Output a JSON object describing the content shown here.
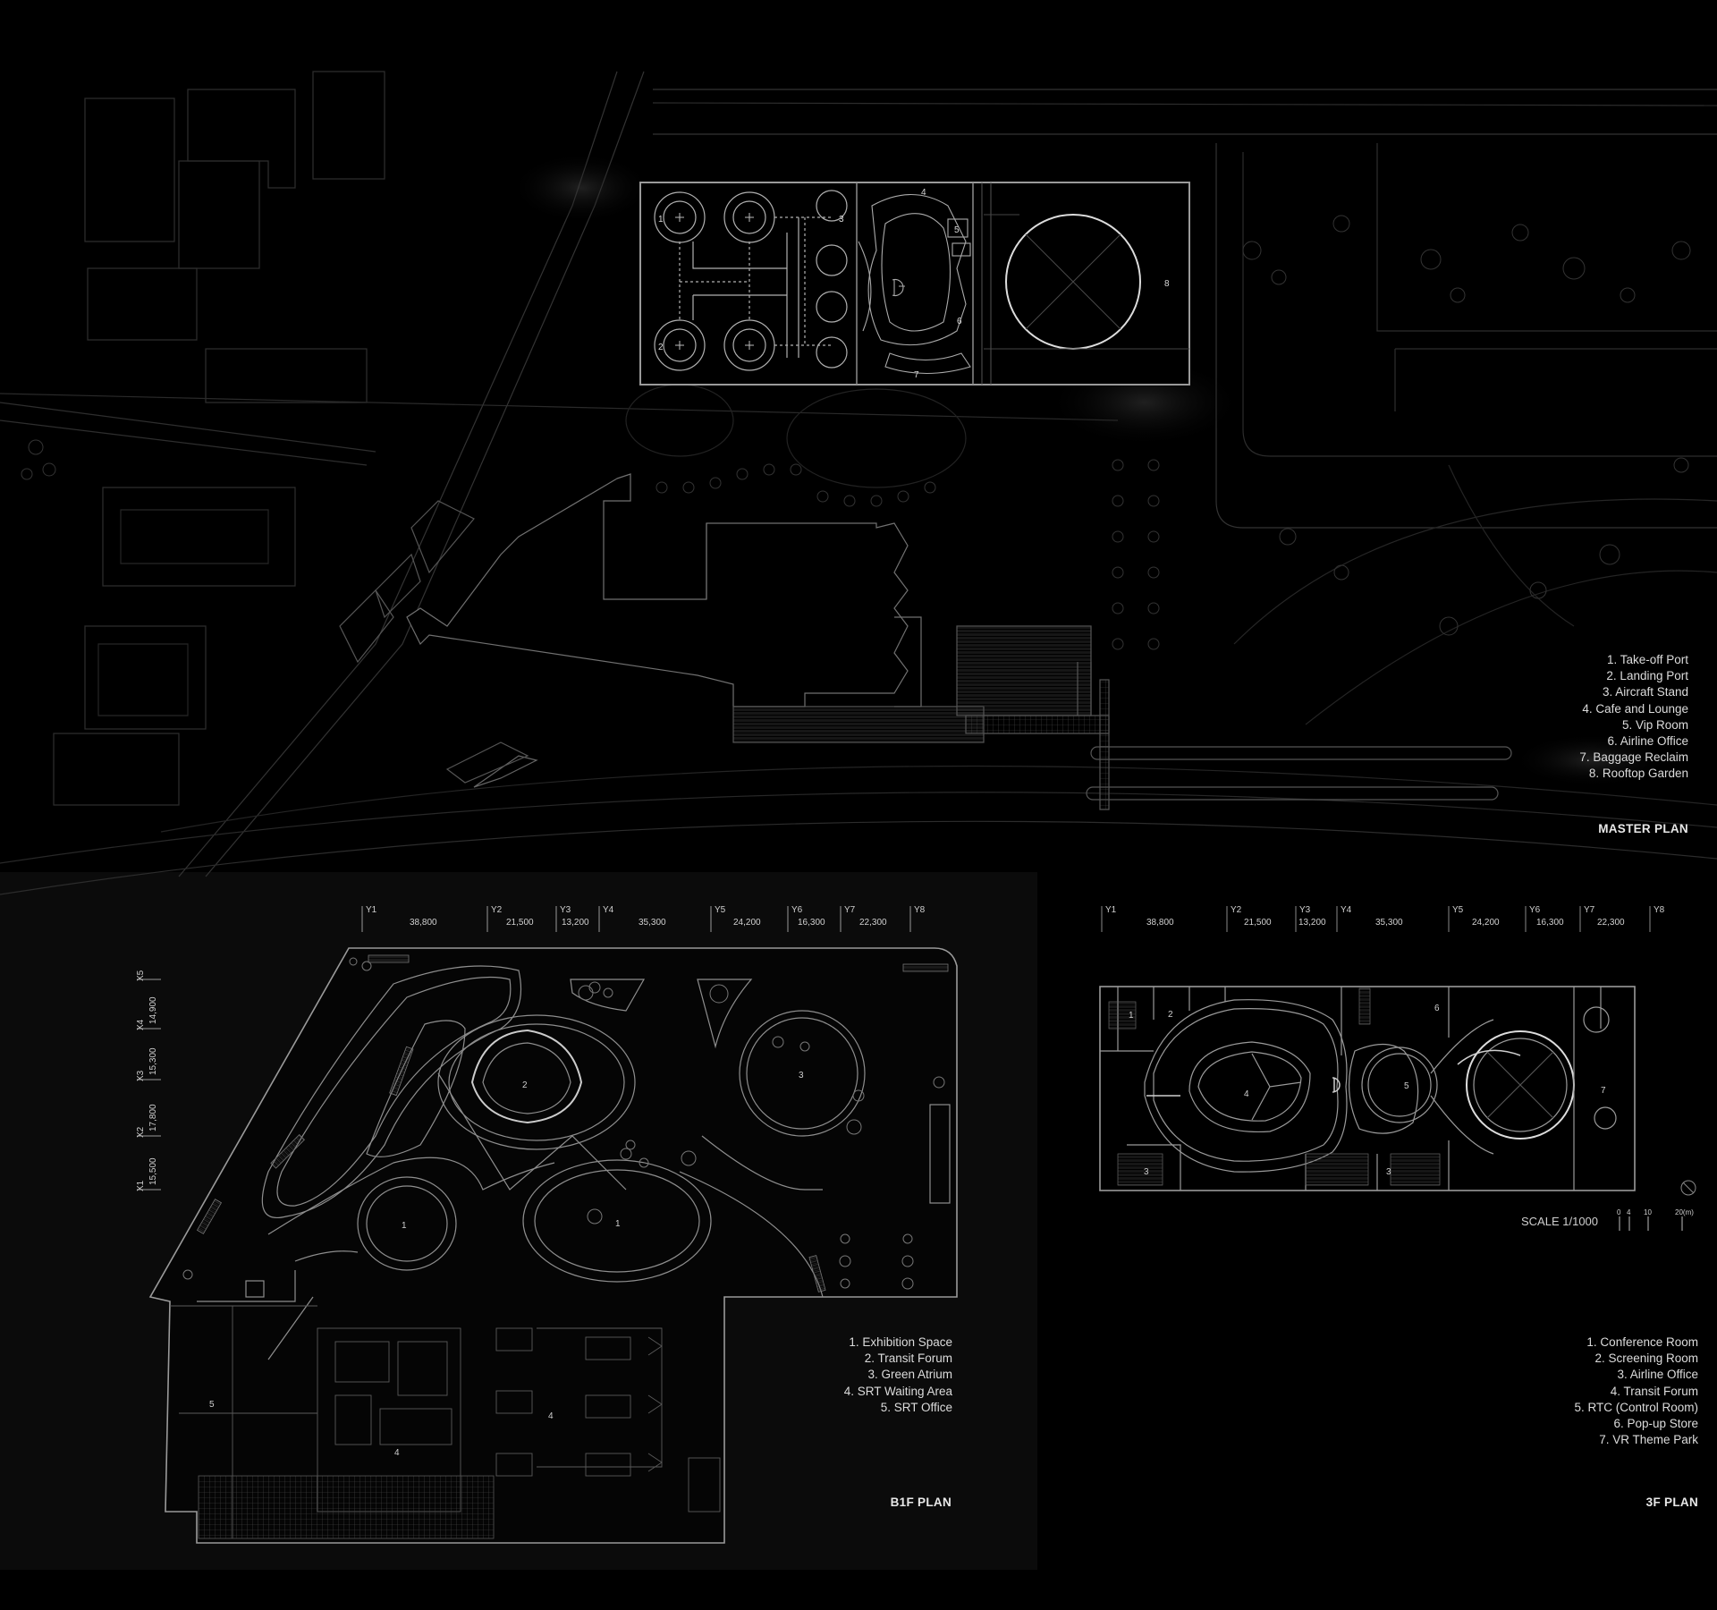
{
  "master_plan": {
    "title": "MASTER PLAN",
    "legend": [
      "1. Take-off Port",
      "2.  Landing Port",
      "3. Aircraft Stand",
      "4. Cafe and Lounge",
      "5. Vip Room",
      "6. Airline Office",
      "7. Baggage Reclaim",
      "8. Rooftop Garden"
    ],
    "room_numbers": [
      "1",
      "2",
      "3",
      "4",
      "5",
      "6",
      "7",
      "8"
    ]
  },
  "b1f_plan": {
    "title": "B1F PLAN",
    "legend": [
      "1. Exhibition Space",
      "2. Transit Forum",
      "3. Green Atrium",
      "4. SRT Waiting Area",
      "5. SRT Office"
    ],
    "room_numbers": [
      "1",
      "1",
      "2",
      "3",
      "4",
      "4",
      "5"
    ],
    "grid_x": [
      "Y1",
      "Y2",
      "Y3",
      "Y4",
      "Y5",
      "Y6",
      "Y7",
      "Y8"
    ],
    "dims_x": [
      "38,800",
      "21,500",
      "13,200",
      "35,300",
      "24,200",
      "16,300",
      "22,300"
    ],
    "grid_y": [
      "X1",
      "X2",
      "X3",
      "X4",
      "X5"
    ],
    "dims_y": [
      "15,500",
      "17,800",
      "15,300",
      "14,900"
    ]
  },
  "f3_plan": {
    "title": "3F PLAN",
    "legend": [
      "1. Conference Room",
      "2. Screening Room",
      "3. Airline Office",
      "4. Transit Forum",
      "5. RTC (Control Room)",
      "6. Pop-up Store",
      "7. VR Theme Park"
    ],
    "room_numbers": [
      "1",
      "2",
      "3",
      "3",
      "4",
      "5",
      "6",
      "7"
    ],
    "grid_x": [
      "Y1",
      "Y2",
      "Y3",
      "Y4",
      "Y5",
      "Y6",
      "Y7",
      "Y8"
    ],
    "dims_x": [
      "38,800",
      "21,500",
      "13,200",
      "35,300",
      "24,200",
      "16,300",
      "22,300"
    ]
  },
  "scale": {
    "label": "SCALE 1/1000",
    "ticks": [
      "0",
      "4",
      "10",
      "20(m)"
    ]
  }
}
